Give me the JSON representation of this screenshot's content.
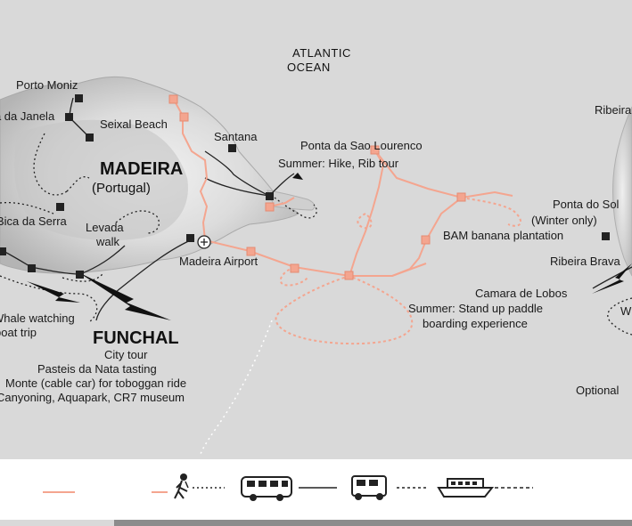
{
  "ocean": [
    "ATLANTIC",
    "OCEAN"
  ],
  "island": {
    "name": "MADEIRA",
    "country": "(Portugal)"
  },
  "city": {
    "name": "FUNCHAL",
    "activities": [
      "City tour",
      "Pasteis da Nata tasting",
      "Monte (cable car) for toboggan ride",
      "Canyoning, Aquapark, CR7 museum"
    ]
  },
  "places": [
    {
      "id": "porto-moniz",
      "label": "Porto Moniz"
    },
    {
      "id": "ribeira-da-janela",
      "label": "Ribeira da Janela"
    },
    {
      "id": "seixal-beach",
      "label": "Seixal Beach"
    },
    {
      "id": "santana",
      "label": "Santana"
    },
    {
      "id": "ponta-sao-lourenco",
      "label": "Ponta da Sao Lourenco",
      "note": "Summer: Hike, Rib tour"
    },
    {
      "id": "ribeira-brava-top",
      "label": "Ribeira Brava"
    },
    {
      "id": "ponta-do-sol",
      "label": "Ponta do Sol",
      "note": "(Winter only)"
    },
    {
      "id": "bam-banana",
      "label": "BAM banana plantation"
    },
    {
      "id": "ribeira-brava",
      "label": "Ribeira Brava"
    },
    {
      "id": "camara-de-lobos",
      "label": "Camara de Lobos",
      "note": "Summer: Stand up paddle",
      "note2": "boarding experience"
    },
    {
      "id": "bica-da-serra",
      "label": "Bica da Serra"
    },
    {
      "id": "levada-walk",
      "label": "Levada",
      "note": "walk"
    },
    {
      "id": "madeira-airport",
      "label": "Madeira Airport"
    },
    {
      "id": "whale-watching",
      "label": "Whale watching",
      "note": "boat trip"
    },
    {
      "id": "w-right",
      "label": "W"
    },
    {
      "id": "optional",
      "label": "Optional"
    }
  ],
  "legend": [
    {
      "id": "flight",
      "icon": "flight-line"
    },
    {
      "id": "hike",
      "icon": "hiker-icon"
    },
    {
      "id": "bus",
      "icon": "bus-icon"
    },
    {
      "id": "jeep",
      "icon": "jeep-icon"
    },
    {
      "id": "boat",
      "icon": "boat-icon"
    }
  ],
  "colors": {
    "background": "#d9d9d9",
    "route": "#f4a58f",
    "land_dark": "#b3b3b3",
    "land_light": "#ececec",
    "text": "#1a1a1a"
  }
}
